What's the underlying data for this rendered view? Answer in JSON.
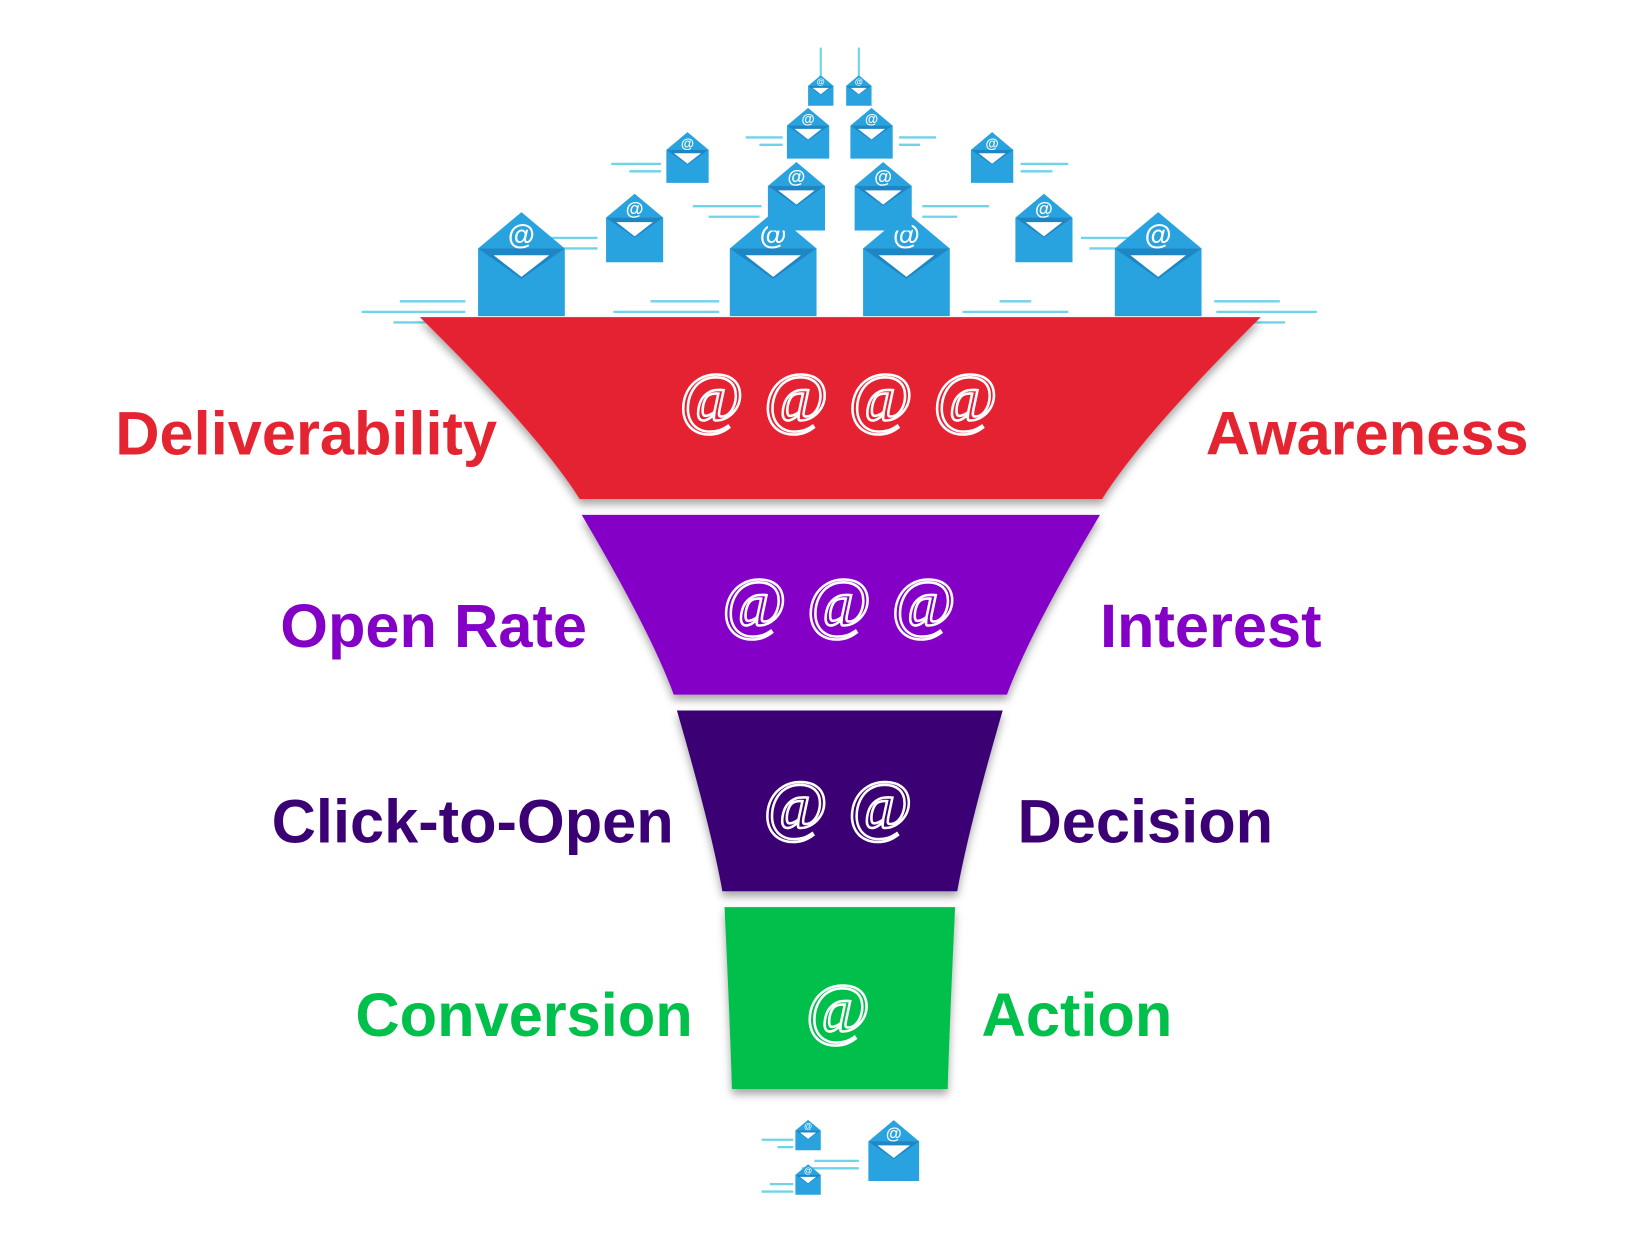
{
  "colors": {
    "envelope": "#29a3df",
    "envelope_dark": "#1f86c4",
    "speed_lines": "#6fd3ea"
  },
  "at_symbol": "@",
  "envelope_icon": "envelope-at-icon",
  "stages": [
    {
      "left_label": "Deliverability",
      "right_label": "Awareness",
      "color": "#e52431",
      "at_count": 4
    },
    {
      "left_label": "Open Rate",
      "right_label": "Interest",
      "color": "#8400c6",
      "at_count": 3
    },
    {
      "left_label": "Click-to-Open",
      "right_label": "Decision",
      "color": "#3b0073",
      "at_count": 2
    },
    {
      "left_label": "Conversion",
      "right_label": "Action",
      "color": "#00c04c",
      "at_count": 1
    }
  ]
}
